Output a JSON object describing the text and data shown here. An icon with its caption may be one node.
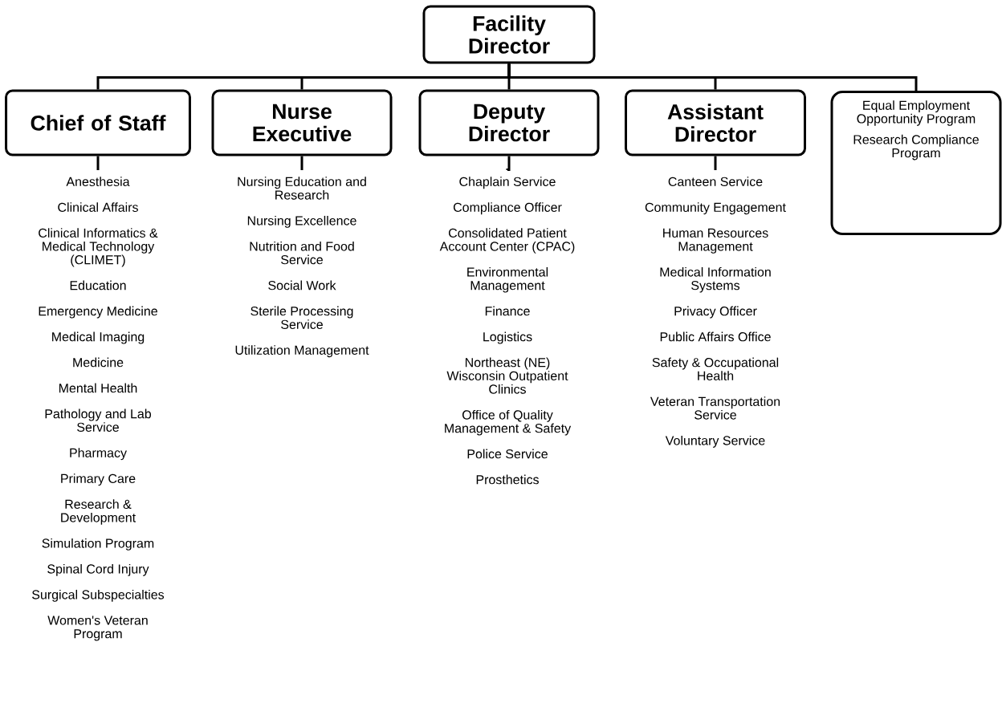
{
  "diagram": {
    "nodes": [
      {
        "text": [
          "Facility Director"
        ]
      },
      {
        "text": [
          "Chief of Staff"
        ]
      },
      {
        "text": [
          "Nurse Executive"
        ]
      },
      {
        "text": [
          "Deputy Director"
        ]
      },
      {
        "text": [
          "Assistant Director"
        ]
      },
      {
        "text": [
          "Equal Employment Opportunity Program",
          "Research Compliance Program"
        ]
      },
      {
        "text": [
          "Anesthesia",
          "Clinical Affairs",
          "Clinical Informatics & Medical Technology (CLIMET)",
          "Education",
          "Emergency Medicine",
          "Medical Imaging",
          "Medicine",
          "Mental Health",
          "Pathology and Lab Service",
          "Pharmacy",
          "Primary Care",
          "Research & Development",
          "Simulation Program",
          "Spinal Cord Injury",
          "Surgical Subspecialties",
          "Women's Veteran Program"
        ]
      },
      {
        "text": [
          "Nursing Education and Research",
          "Nursing Excellence",
          "Nutrition and Food Service",
          "Social Work",
          "Sterile Processing Service",
          "Utilization Management"
        ]
      },
      {
        "text": [
          "Chaplain Service",
          "Compliance Officer",
          "Consolidated Patient Account Center (CPAC)",
          "Environmental Management",
          "Finance",
          "Logistics",
          "Northeast (NE) Wisconsin Outpatient Clinics",
          "Office of Quality Management & Safety",
          "Police Service",
          "Prosthetics"
        ]
      },
      {
        "text": [
          "Canteen Service",
          "Community Engagement",
          "Human Resources Management",
          "Medical Information Systems",
          "Privacy Officer",
          "Public Affairs Office",
          "Safety & Occupational Health",
          "Veteran Transportation Service",
          "Voluntary Service"
        ]
      }
    ],
    "edges": [
      {
        "from": 0,
        "to": 1,
        "arrow": "none"
      },
      {
        "from": 0,
        "to": 2,
        "arrow": "none"
      },
      {
        "from": 0,
        "to": 3,
        "arrow": "none"
      },
      {
        "from": 0,
        "to": 4,
        "arrow": "none"
      },
      {
        "from": 0,
        "to": 5,
        "arrow": "none"
      },
      {
        "from": 1,
        "to": 6,
        "arrow": "none"
      },
      {
        "from": 2,
        "to": 7,
        "arrow": "none"
      },
      {
        "from": 3,
        "to": 8,
        "arrow": "none"
      },
      {
        "from": 4,
        "to": 9,
        "arrow": "none"
      }
    ]
  }
}
